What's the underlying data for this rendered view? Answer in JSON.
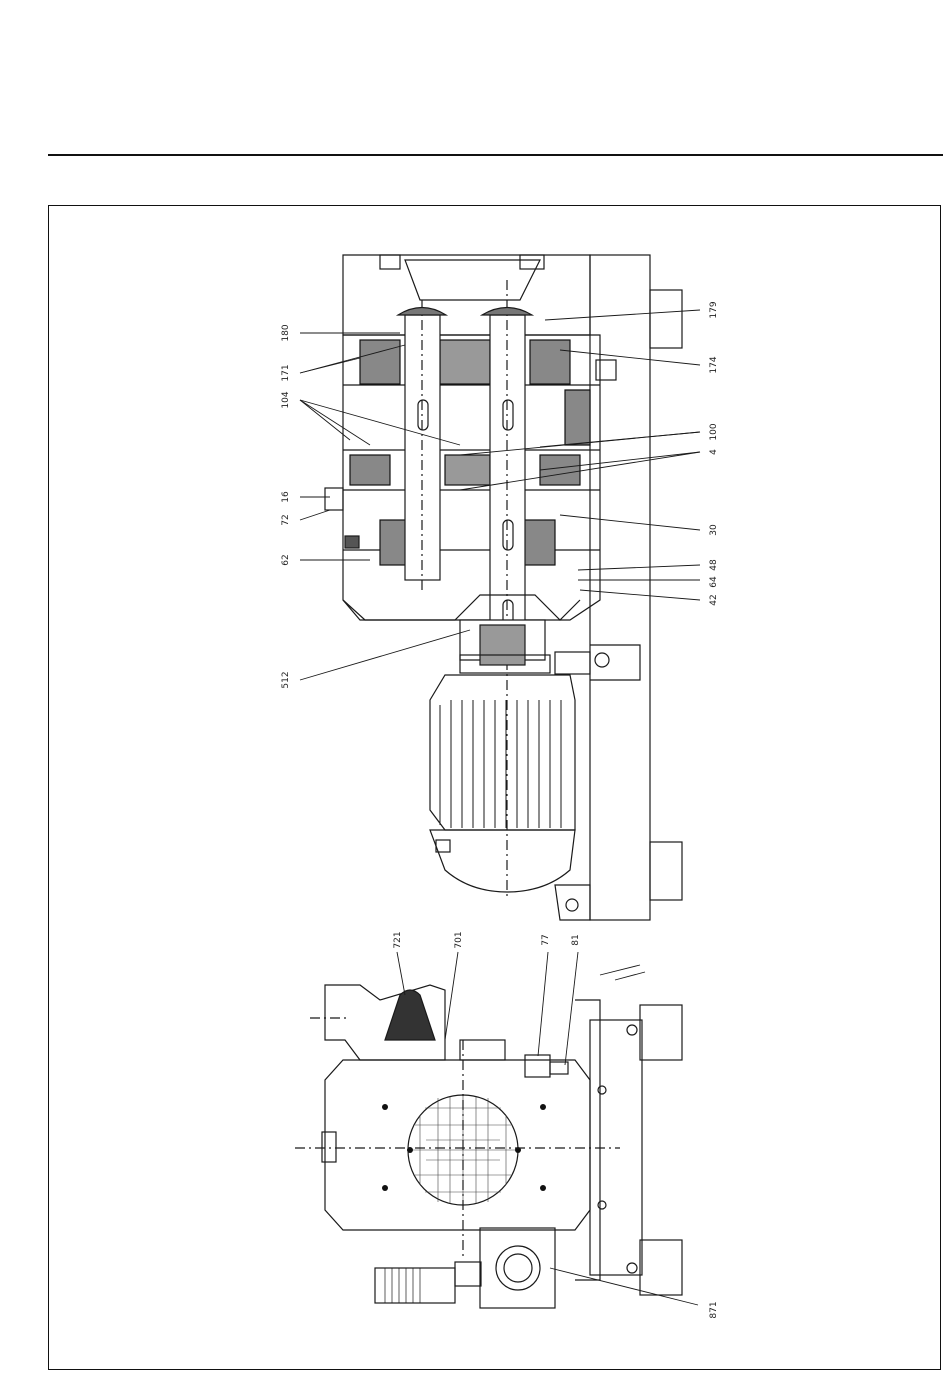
{
  "page": {
    "top_rule": true
  },
  "drawing": {
    "callouts_upper": {
      "c180": "180",
      "c171": "171",
      "c104": "104",
      "c16": "16",
      "c72": "72",
      "c62": "62",
      "c512": "512",
      "c179": "179",
      "c174": "174",
      "c100": "100",
      "c4": "4",
      "c30": "30",
      "c48": "48",
      "c64": "64",
      "c42": "42"
    },
    "callouts_lower": {
      "c721": "721",
      "c701": "701",
      "c77": "77",
      "c81": "81",
      "c871": "871"
    }
  }
}
